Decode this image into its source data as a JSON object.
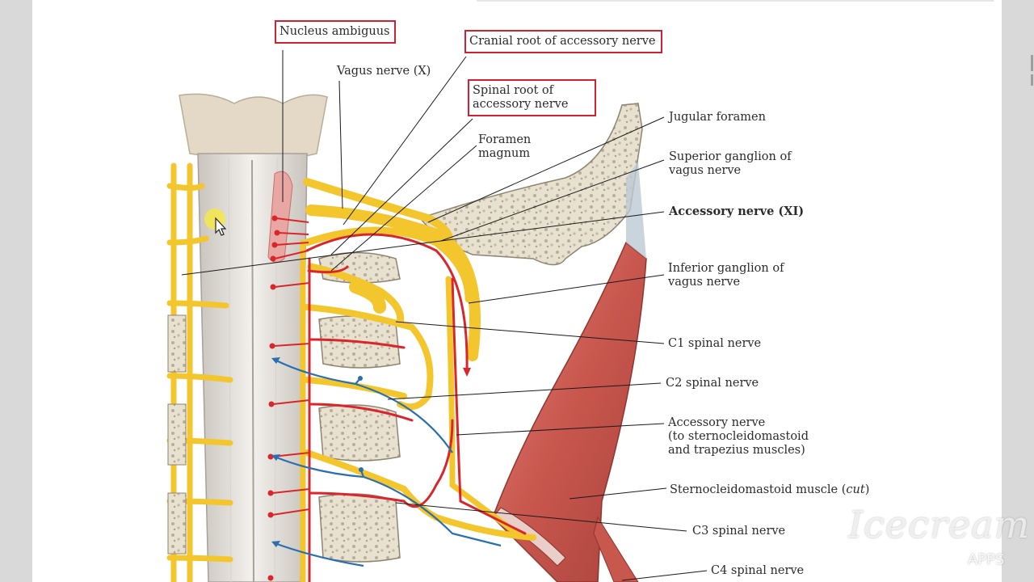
{
  "labels": {
    "nucleus_ambiguus": "Nucleus ambiguus",
    "vagus_nerve": "Vagus nerve (X)",
    "cranial_root": "Cranial root of accessory nerve",
    "spinal_root_line1": "Spinal root of",
    "spinal_root_line2": "accessory nerve",
    "foramen_line1": "Foramen",
    "foramen_line2": "magnum",
    "jugular_foramen": "Jugular foramen",
    "superior_ganglion_line1": "Superior ganglion of",
    "superior_ganglion_line2": "vagus nerve",
    "accessory_nerve_xi": "Accessory nerve (XI)",
    "inferior_ganglion_line1": "Inferior ganglion of",
    "inferior_ganglion_line2": "vagus nerve",
    "c1": "C1 spinal nerve",
    "c2": "C2 spinal nerve",
    "accessory_to_line1": "Accessory nerve",
    "accessory_to_line2": "(to sternocleidomastoid",
    "accessory_to_line3": "and trapezius muscles)",
    "scm_main": "Sternocleidomastoid muscle (",
    "scm_cut": "cut",
    "scm_close": ")",
    "c3": "C3 spinal nerve",
    "c4": "C4 spinal nerve"
  },
  "watermark": {
    "brand": "Icecream",
    "sub": "APPS"
  },
  "colors": {
    "nerve_yellow": "#f2c62c",
    "root_red": "#d8262c",
    "blue_fiber": "#2a6fb0",
    "bone": "#e3dccb",
    "muscle": "#c8574e",
    "highlight_box": "#cc2233"
  }
}
